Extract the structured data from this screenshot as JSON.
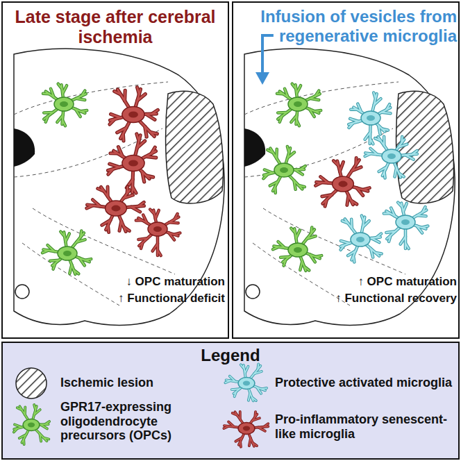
{
  "diagram": {
    "nodes": [
      {
        "text": [
          "Late stage after cerebral ischemia",
          "↓ OPC maturation",
          "↑ Functional deficit"
        ]
      },
      {
        "text": [
          "Infusion of vesicles from regenerative microglia",
          "↑ OPC maturation",
          "↑ Functional recovery"
        ]
      },
      {
        "text": [
          "Legend"
        ]
      }
    ],
    "legend": [
      {
        "text": "Ischemic lesion"
      },
      {
        "text": "GPR17-expressing oligodendrocyte precursors (OPCs)"
      },
      {
        "text": "Protective activated microglia"
      },
      {
        "text": "Pro-inflammatory senescent-like microglia"
      }
    ]
  }
}
